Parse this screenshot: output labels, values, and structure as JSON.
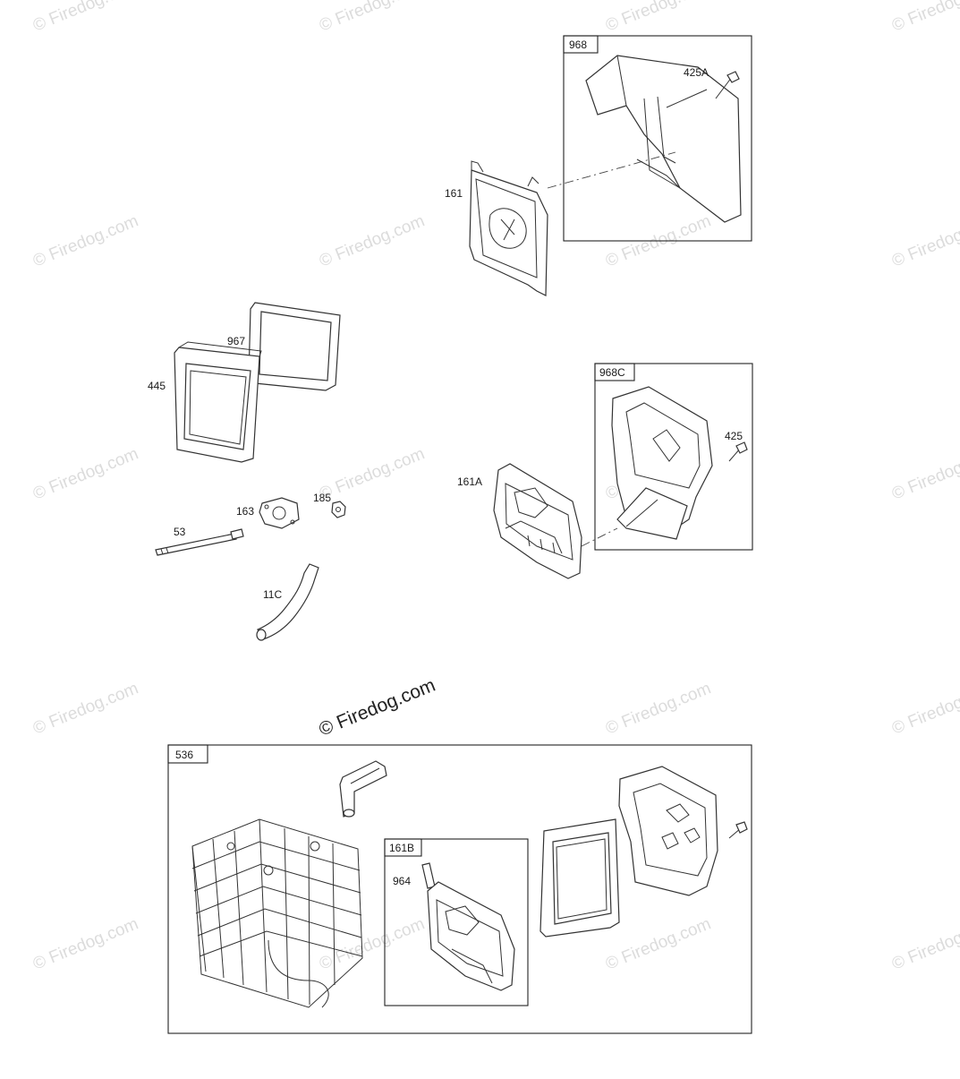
{
  "watermark": {
    "text": "© Firedog.com",
    "main_text": "© Firedog.com"
  },
  "callouts": {
    "c968": "968",
    "c425a": "425A",
    "c161": "161",
    "c967": "967",
    "c445": "445",
    "c968c": "968C",
    "c425": "425",
    "c161a": "161A",
    "c163": "163",
    "c185": "185",
    "c53": "53",
    "c11c": "11C",
    "c536": "536",
    "c161b": "161B",
    "c964": "964"
  }
}
